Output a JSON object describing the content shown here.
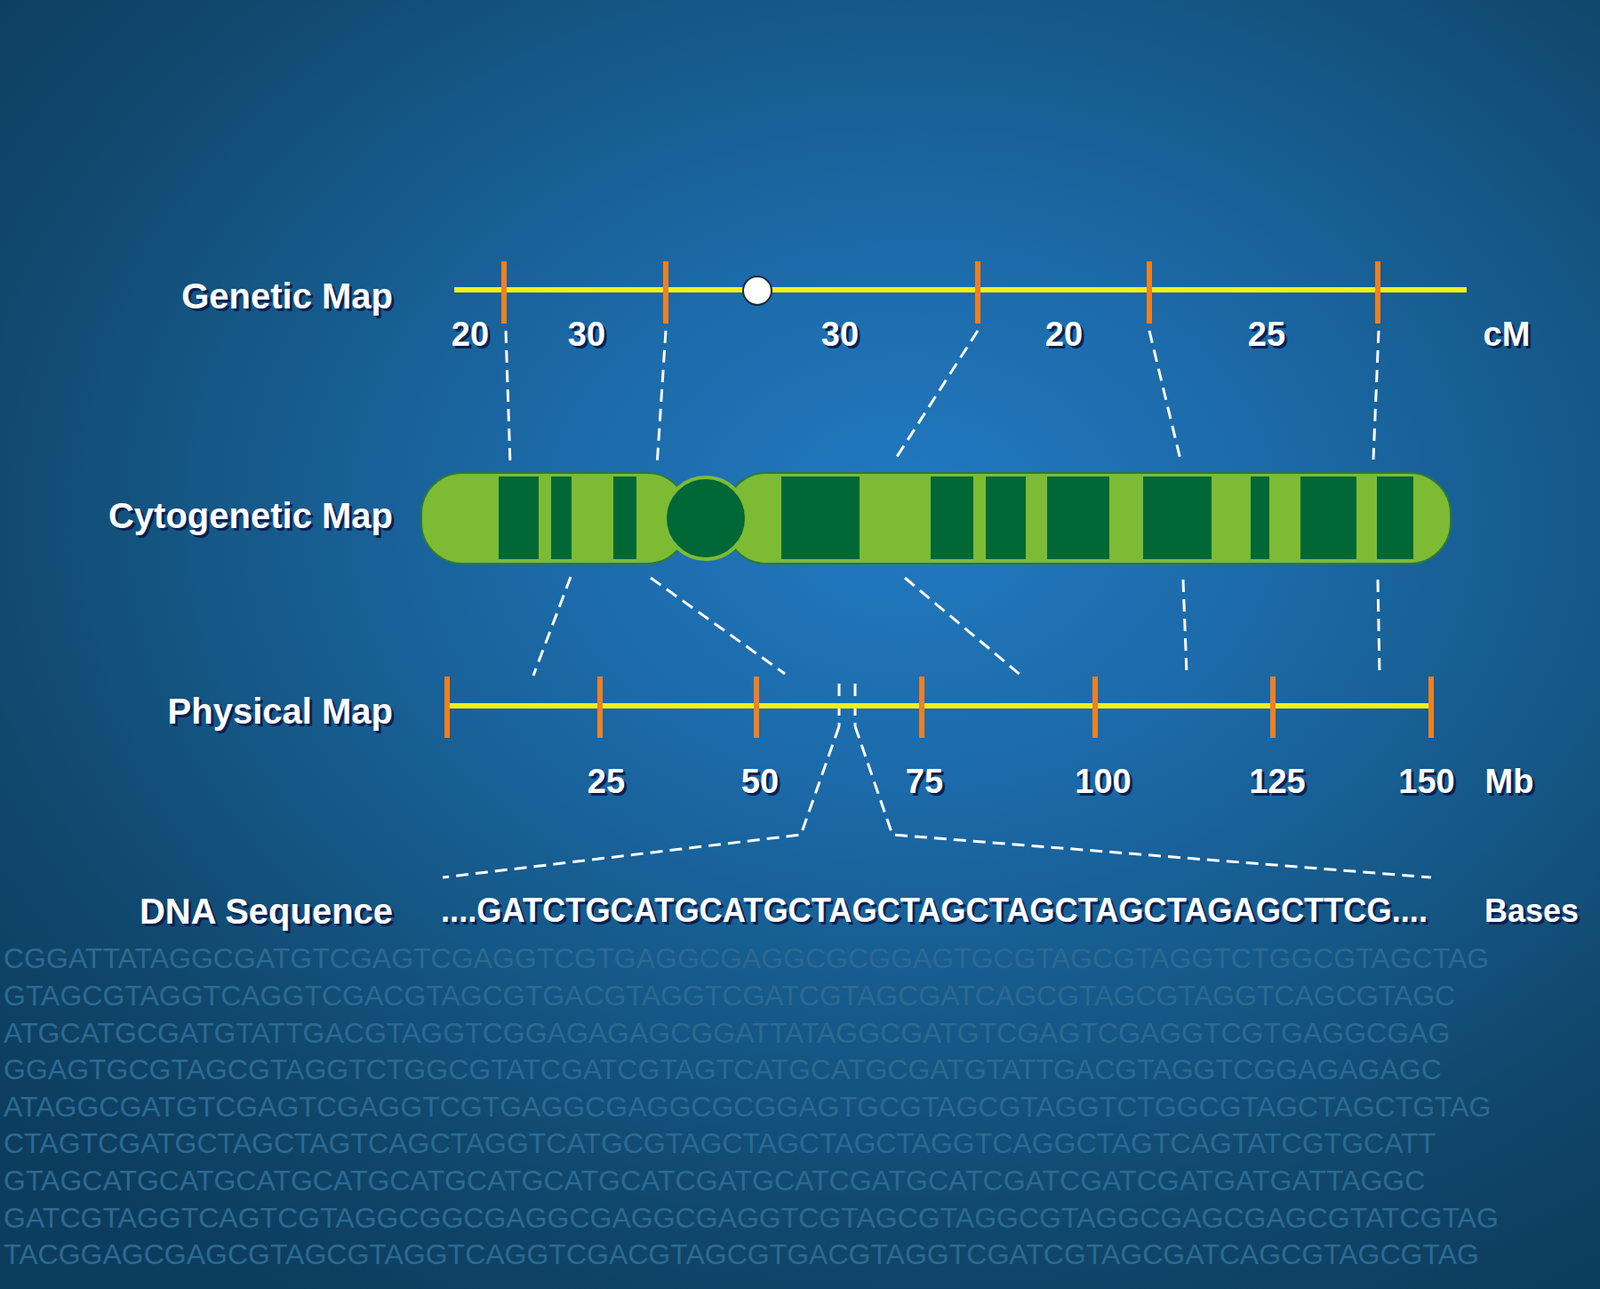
{
  "diagram": {
    "labels": [
      "Genetic Map",
      "20",
      "30",
      "30",
      "20",
      "25",
      "cM",
      "Cytogenetic Map",
      "Physical Map",
      "25",
      "50",
      "75",
      "100",
      "125",
      "150",
      "Mb",
      "DNA Sequence",
      "....GATCTGCATGCATGCTAGCTAGCTAGCTAGCTAGAGCTTCG....",
      "Bases",
      "CGGATTATAGGCGATGTCGAGTCGAGGTCGTGAGGCGAGGCGCGGAGTGCGTAGCGTAGGTCTGGCGTAGCTAG",
      "GTAGCGTAGGTCAGGTCGACGTAGCGTGACGTAGGTCGATCGTAGCGATCAGCGTAGCGTAGGTCAGCGTAGC",
      "ATGCATGCGATGTATTGACGTAGGTCGGAGAGAGCGGATTATAGGCGATGTCGAGTCGAGGTCGTGAGGCGAG",
      "GGAGTGCGTAGCGTAGGTCTGGCGTATCGATCGTAGTCATGCATGCGATGTATTGACGTAGGTCGGAGAGAGC",
      "ATAGGCGATGTCGAGTCGAGGTCGTGAGGCGAGGCGCGGAGTGCGTAGCGTAGGTCTGGCGTAGCTAGCTGTAG",
      "CTAGTCGATGCTAGCTAGTCAGCTAGGTCATGCGTAGCTAGCTAGCTAGGTCAGGCTAGTCAGTATCGTGCATT",
      "GTAGCATGCATGCATGCATGCATGCATGCATGCATCGATGCATCGATGCATCGATCGATCGATGATGATTAGGC",
      "GATCGTAGGTCAGTCGTAGGCGGCGAGGCGAGGCGAGGTCGTAGCGTAGGCGTAGGCGAGCGAGCGTATCGTAG",
      "TACGGAGCGAGCGTAGCGTAGGTCAGGTCGACGTAGCGTGACGTAGGTCGATCGTAGCGATCAGCGTAGCGTAG"
    ]
  }
}
